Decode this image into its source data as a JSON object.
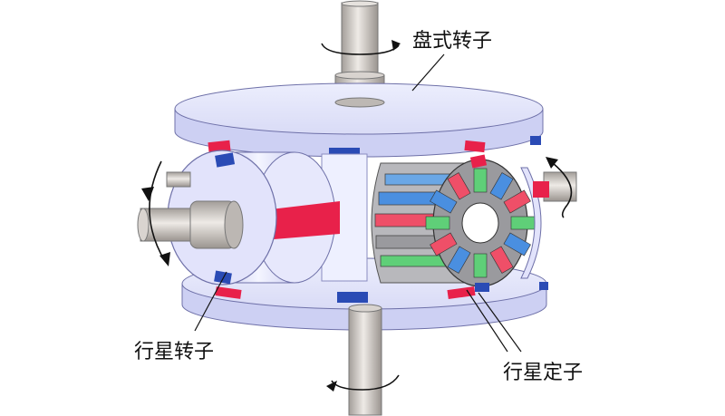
{
  "labels": {
    "disc_rotor": "盘式转子",
    "planet_rotor": "行星转子",
    "planet_stator": "行星定子"
  },
  "colors": {
    "disc_fill": "#dfe0f7",
    "disc_edge": "#c6c7ee",
    "shaft": "#cfcac6",
    "magnet_red": "#e8214a",
    "magnet_blue": "#2a4bb5",
    "tooth_green": "#5fcf78",
    "tooth_blue": "#4a8fe0",
    "tooth_red": "#ef4f68",
    "stator_core": "#9a9a9e"
  }
}
